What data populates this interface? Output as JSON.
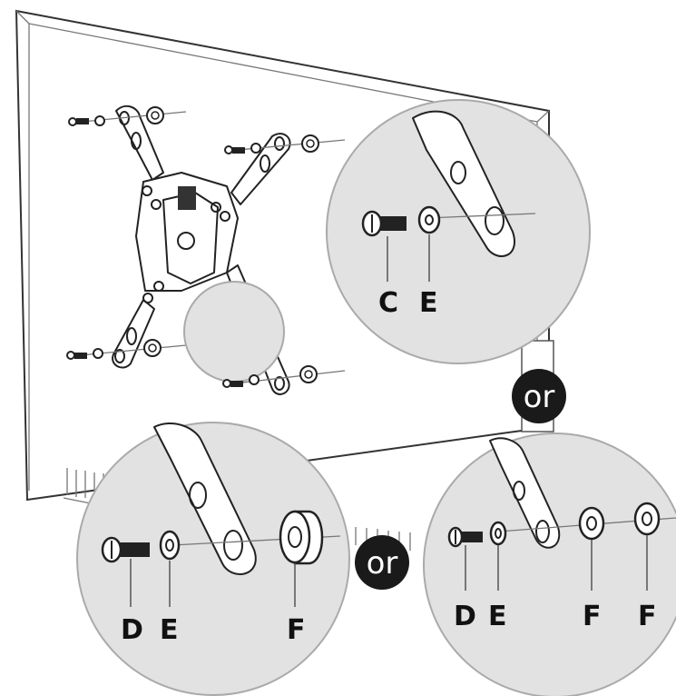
{
  "labels": {
    "zoom_top": [
      "C",
      "E"
    ],
    "zoom_bottom_left": [
      "D",
      "E",
      "F"
    ],
    "zoom_bottom_right": [
      "D",
      "E",
      "F",
      "F"
    ]
  },
  "connectors": {
    "top_right": "or",
    "bottom_center": "or"
  },
  "colors": {
    "background": "#ffffff",
    "zoom_circle": "#e2e2e2",
    "badge": "#1a1a1a",
    "line": "#222222"
  }
}
